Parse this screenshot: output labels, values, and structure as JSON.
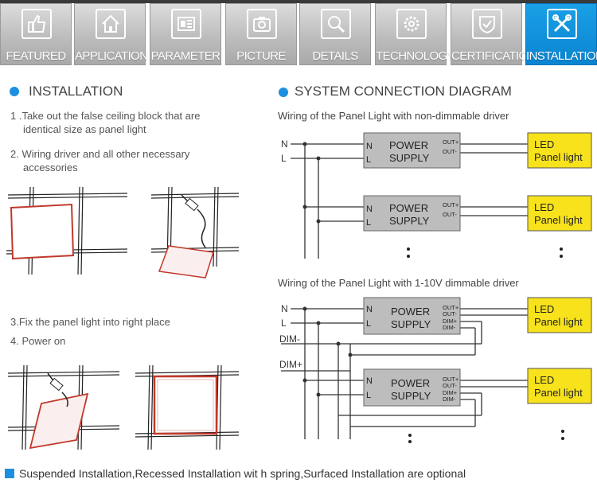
{
  "tabs": [
    {
      "label": "FEATURED",
      "icon": "thumbs-up-icon"
    },
    {
      "label": "APPLICATION",
      "icon": "house-icon"
    },
    {
      "label": "PARAMETER",
      "icon": "document-icon"
    },
    {
      "label": "PICTURE",
      "icon": "camera-icon"
    },
    {
      "label": "DETAILS",
      "icon": "magnifier-icon"
    },
    {
      "label": "TECHNOLOGY",
      "icon": "gear-icon"
    },
    {
      "label": "CERTIFICATION",
      "icon": "certificate-icon"
    },
    {
      "label": "INSTALLATION",
      "icon": "tools-icon"
    }
  ],
  "active_tab": "INSTALLATION",
  "accent_color": "#1e8fe0",
  "installation": {
    "heading": "INSTALLATION",
    "step1": "1 .Take out the false ceiling block that are",
    "step1b": "identical size as panel light",
    "step2": "2. Wiring driver and all other necessary",
    "step2b": "accessories",
    "step3": "3.Fix the panel light into right place",
    "step4": "4. Power on"
  },
  "diagram": {
    "heading": "SYSTEM CONNECTION DIAGRAM",
    "caption1": "Wiring of the Panel Light with non-dimmable driver",
    "caption2": "Wiring of the Panel Light with 1-10V dimmable driver",
    "n": "N",
    "l": "L",
    "dimminus": "DIM-",
    "dimplus": "DIM+",
    "power": "POWER",
    "supply": "SUPPLY",
    "out_plus": "OUT+",
    "out_minus": "OUT-",
    "dim_plus": "DIM+",
    "dim_minus": "DIM-",
    "led": "LED",
    "panel_light": "Panel light"
  },
  "footer": "Suspended Installation,Recessed Installation wit h spring,Surfaced Installation are optional"
}
